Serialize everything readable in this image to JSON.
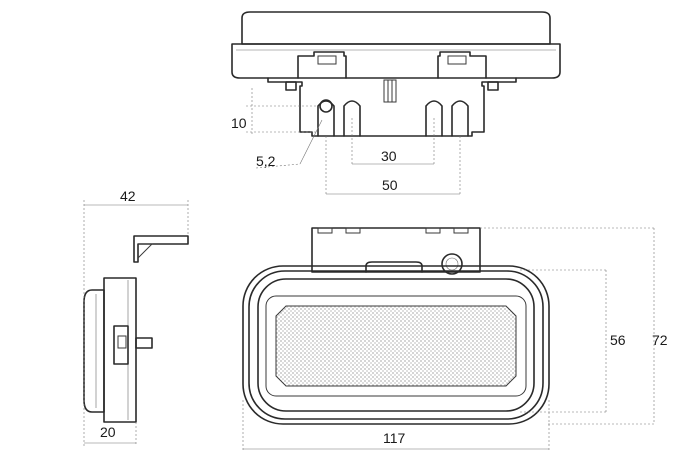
{
  "dimensions": {
    "bracket_projection": "42",
    "side_depth": "20",
    "fixing_offset": "10",
    "hole_diameter": "5,2",
    "inner_stud_spacing": "30",
    "outer_stud_spacing": "50",
    "lens_height": "56",
    "overall_height": "72",
    "overall_width": "117"
  }
}
